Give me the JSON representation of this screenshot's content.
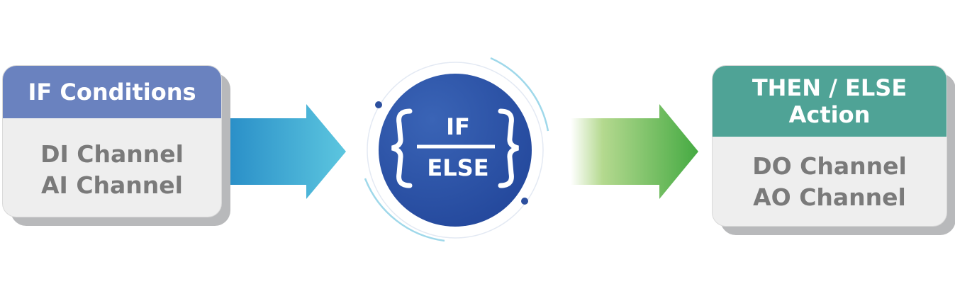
{
  "if_card": {
    "title": "IF Conditions",
    "lines": [
      "DI Channel",
      "AI Channel"
    ]
  },
  "center": {
    "top_label": "IF",
    "bottom_label": "ELSE"
  },
  "then_card": {
    "title_lines": [
      "THEN / ELSE",
      "Action"
    ],
    "lines": [
      "DO Channel",
      "AO Channel"
    ]
  },
  "colors": {
    "if_header": "#6a82bf",
    "then_header": "#4fa396",
    "card_body": "#eeeeee",
    "card_text": "#7a7a7a",
    "circle_dark": "#23479b",
    "circle_light": "#3a64b6",
    "arrow_left_start": "#2a8fc8",
    "arrow_left_end": "#5cc6df",
    "arrow_right_end": "#45aa42"
  }
}
